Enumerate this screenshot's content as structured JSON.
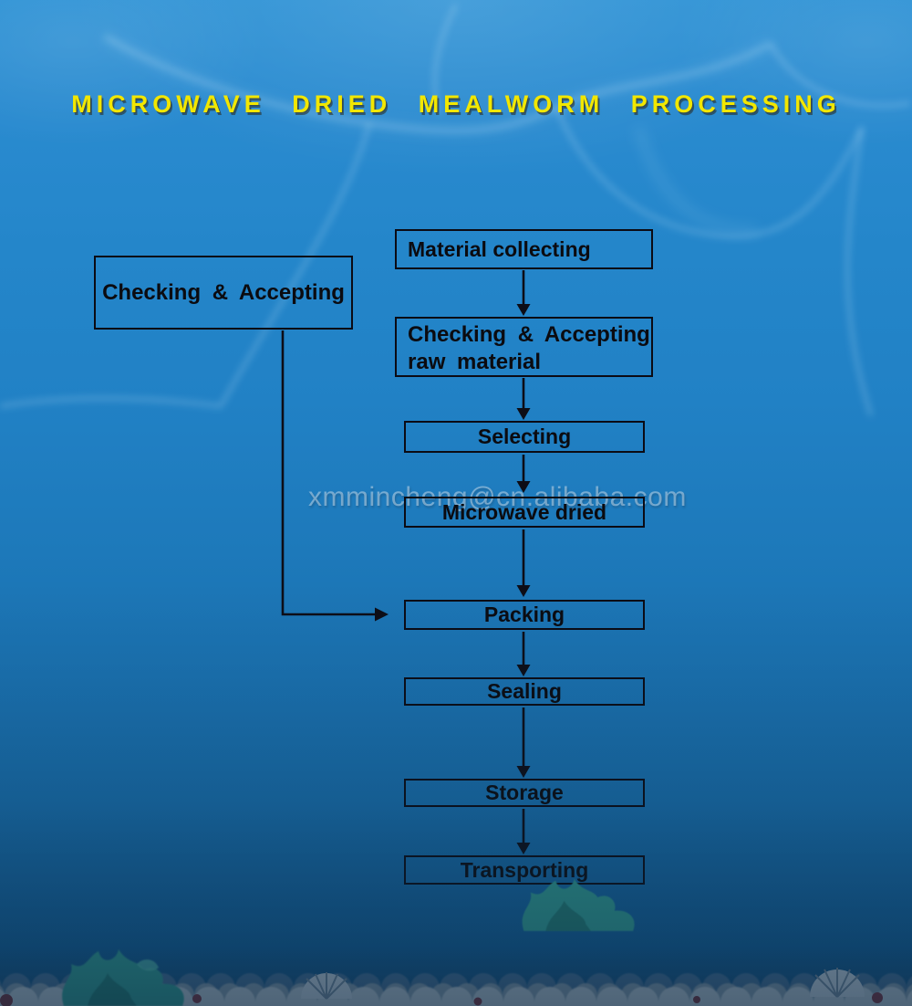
{
  "title": {
    "text": "MICROWAVE DRIED MEALWORM PROCESSING"
  },
  "watermark": {
    "text": "xmmincheng@cn.alibaba.com"
  },
  "diagram": {
    "side_node": {
      "label": "Checking & Accepting",
      "connects_to": "Packing"
    },
    "steps": [
      {
        "id": "material-collecting",
        "label": "Material collecting"
      },
      {
        "id": "checking-accepting-raw-material",
        "label": "Checking & Accepting\nraw material"
      },
      {
        "id": "selecting",
        "label": "Selecting"
      },
      {
        "id": "microwave-dried",
        "label": "Microwave dried"
      },
      {
        "id": "packing",
        "label": "Packing"
      },
      {
        "id": "sealing",
        "label": "Sealing"
      },
      {
        "id": "storage",
        "label": "Storage"
      },
      {
        "id": "transporting",
        "label": "Transporting"
      }
    ]
  },
  "colors": {
    "title_text": "#f2e700",
    "box_border": "#0b0b14",
    "box_text": "#0b0b10",
    "water_top": "#2e92d5",
    "water_bottom": "#104e7c",
    "seabed_shell": "#a7b2ba",
    "coral_teal": "#2f8d84"
  }
}
